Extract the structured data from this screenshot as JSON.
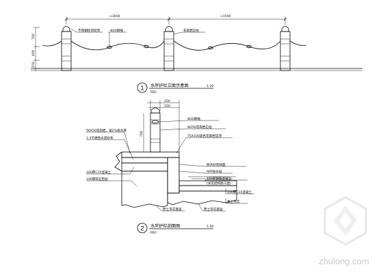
{
  "elevation": {
    "dim_left": "≈3000",
    "dim_right": "≈1500",
    "labels": {
      "post_cap": "不锈钢柱顶装饰",
      "rope": "Ф20麻绳",
      "post": "花岗岩石柱"
    },
    "vdims": [
      "700",
      "400",
      "150"
    ]
  },
  "titles": [
    {
      "number": "1",
      "text": "水岸护栏立面示意图",
      "scale": "1:20",
      "ref": "REF:"
    },
    {
      "number": "2",
      "text": "水岸护栏剖面图",
      "scale": "1:20",
      "ref": "REF:"
    }
  ],
  "section": {
    "dims": [
      "250",
      "150",
      "700"
    ],
    "left_labels": [
      "50X50花岗岩，留2%排水坡",
      "1:3干硬性水泥砂浆",
      "100厚C15混凝土",
      "100厚碎石垫层"
    ],
    "right_labels": [
      "Ф20麻绳",
      "Ф250花岗岩石柱",
      "75X100黑色花岗岩压顶",
      "防水砂浆抹面",
      "APP防水层",
      "150厚钢筋混凝土",
      "(详见结构施工图)",
      "100厚C15混凝土",
      "素土夯实"
    ],
    "bottom_labels": [
      "原土夯实基层",
      "原土夯实基层"
    ]
  },
  "watermark": {
    "text": "zhulong.com"
  }
}
